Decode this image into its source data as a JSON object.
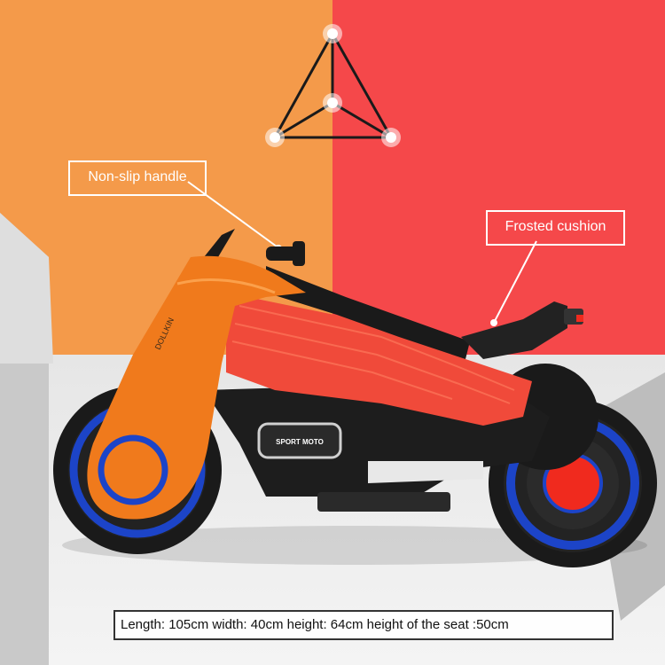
{
  "callouts": {
    "handle": "Non-slip handle",
    "cushion": "Frosted cushion"
  },
  "specs": {
    "text": "Length: 105cm width: 40cm height: 64cm height of the seat :50cm"
  },
  "product": {
    "logo_text": "SPORT MOTO",
    "side_text": "DOLLKIN"
  },
  "colors": {
    "left_background": "#f49a4a",
    "right_background": "#f5484a",
    "body_orange": "#f07a1c",
    "panel_red": "#f04a3a",
    "wheel_ring": "#1c44c8",
    "tire": "#1a1a1a"
  }
}
